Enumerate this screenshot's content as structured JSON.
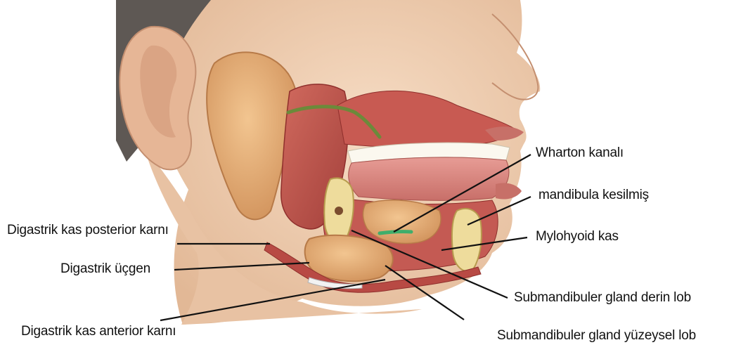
{
  "labels": {
    "wharton": "Wharton kanalı",
    "mandibula": "mandibula kesilmiş",
    "mylohyoid": "Mylohyoid kas",
    "digastrik_posterior": "Digastrik kas posterior karnı",
    "digastrik_ucgen": "Digastrik üçgen",
    "submandibuler_derin": "Submandibuler gland derin lob",
    "digastrik_anterior": "Digastrik kas anterior karnı",
    "submandibuler_yuzeysel": "Submandibuler gland yüzeysel lob"
  },
  "colors": {
    "skin": "#efcfb3",
    "skin_shadow": "#d9ab88",
    "hair": "#5e5854",
    "muscle": "#c2504a",
    "muscle_dark": "#8f2f2c",
    "gland": "#e7b07a",
    "gland_dark": "#c98a55",
    "bone": "#eedc9c",
    "teeth": "#fbf8ef",
    "duct": "#6b8a3a",
    "leader": "#111111"
  }
}
